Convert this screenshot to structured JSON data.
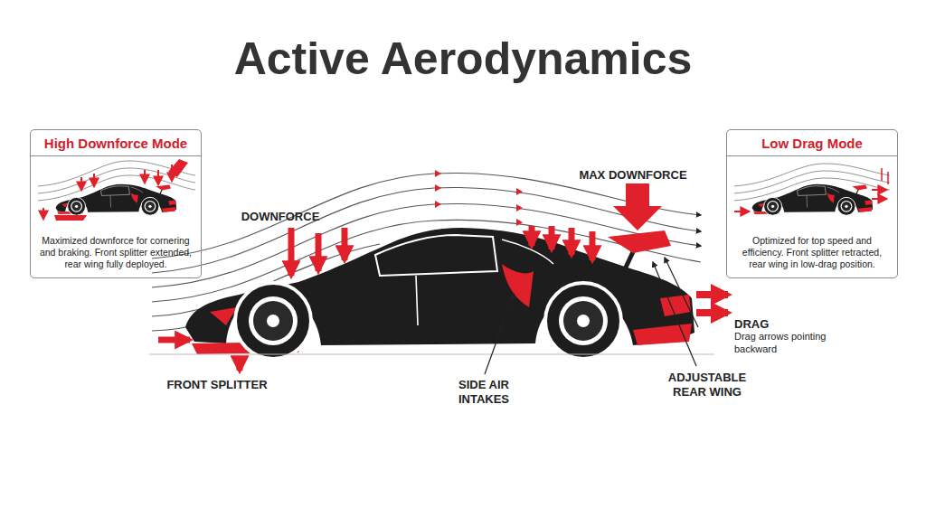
{
  "diagram": {
    "title": "Active Aerodynamics",
    "nodes": [
      {
        "text": [
          "High Downforce Mode",
          "Maximized downforce for cornering and braking. Front splitter extended, rear wing fully deployed."
        ]
      },
      {
        "text": [
          "Low Drag Mode",
          "Optimized for top speed and efficiency. Front splitter retracted, rear wing in low-drag position."
        ]
      }
    ],
    "labels": [
      "DOWNFORCE",
      "MAX DOWNFORCE",
      "DRAG",
      "Drag arrows pointing backward",
      "FRONT SPLITTER",
      "SIDE AIR INTAKES",
      "ADJUSTABLE REAR WING"
    ]
  }
}
